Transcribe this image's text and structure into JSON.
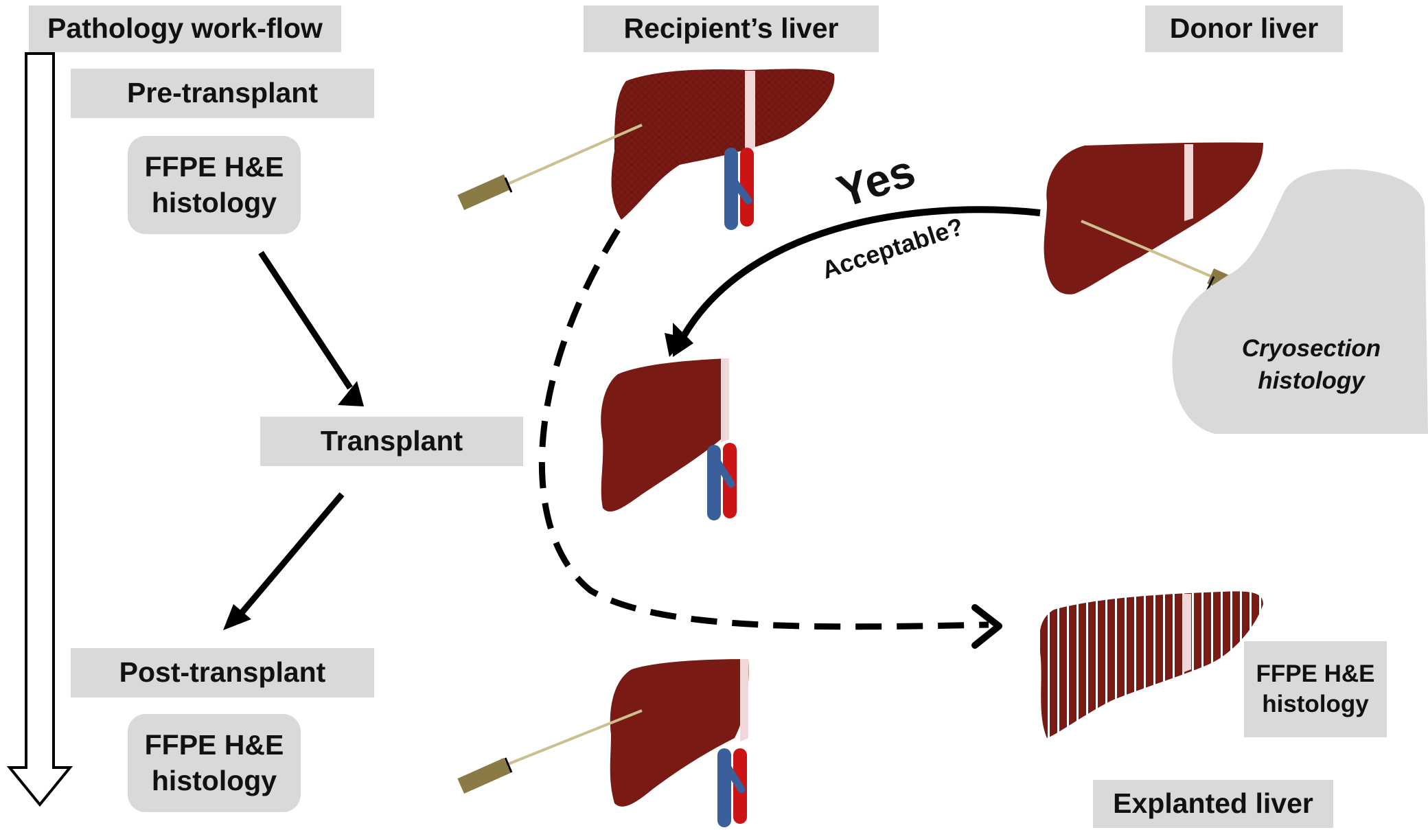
{
  "workflow": {
    "title": "Pathology work-flow",
    "pre_transplant": "Pre-transplant",
    "pre_box": "FFPE H&E\nhistology",
    "transplant": "Transplant",
    "post_transplant": "Post-transplant",
    "post_box": "FFPE H&E\nhistology"
  },
  "columns": {
    "recipient": "Recipient’s liver",
    "donor": "Donor liver"
  },
  "decision": {
    "yes": "Yes",
    "question": "Acceptable?"
  },
  "donor_panel": {
    "label": "Cryosection\nhistology"
  },
  "explant": {
    "box": "FFPE H&E\nhistology",
    "title": "Explanted liver"
  },
  "colors": {
    "label_bg": "#d9d9d9",
    "liver": "#7a1a14",
    "liver_dark": "#5a100c",
    "vein": "#3a5f9b",
    "artery": "#cc1416",
    "needle_handle": "#8a7a45",
    "cryo_bg": "#d9d9d9"
  }
}
